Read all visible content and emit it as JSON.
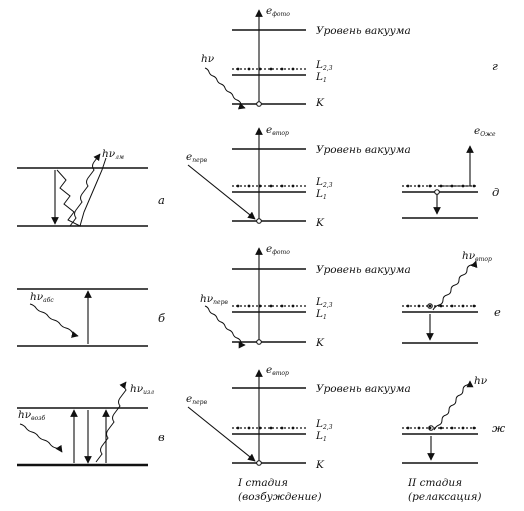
{
  "labels": {
    "vacuum_level": "Уровень вакуума",
    "L23": "L",
    "L23_sub": "2,3",
    "L1": "L",
    "L1_sub": "1",
    "K": "K",
    "e_letter": "e",
    "sub_photo": "фото",
    "sub_second": "втор",
    "sub_primary": "перв",
    "sub_oge": "Оже",
    "hv": "hν",
    "sub_lum": "лм",
    "sub_abs": "абс",
    "sub_excite": "возб",
    "sub_second_em": "втор",
    "sub_primary_em": "перв",
    "sub_emit": "изл",
    "letter_a": "а",
    "letter_b": "б",
    "letter_v": "в",
    "letter_g": "г",
    "letter_d": "д",
    "letter_e": "е",
    "letter_zh": "ж",
    "stage1_line1": "I стадия",
    "stage1_line2": "(возбуждение)",
    "stage2_line1": "II стадия",
    "stage2_line2": "(релаксация)"
  }
}
